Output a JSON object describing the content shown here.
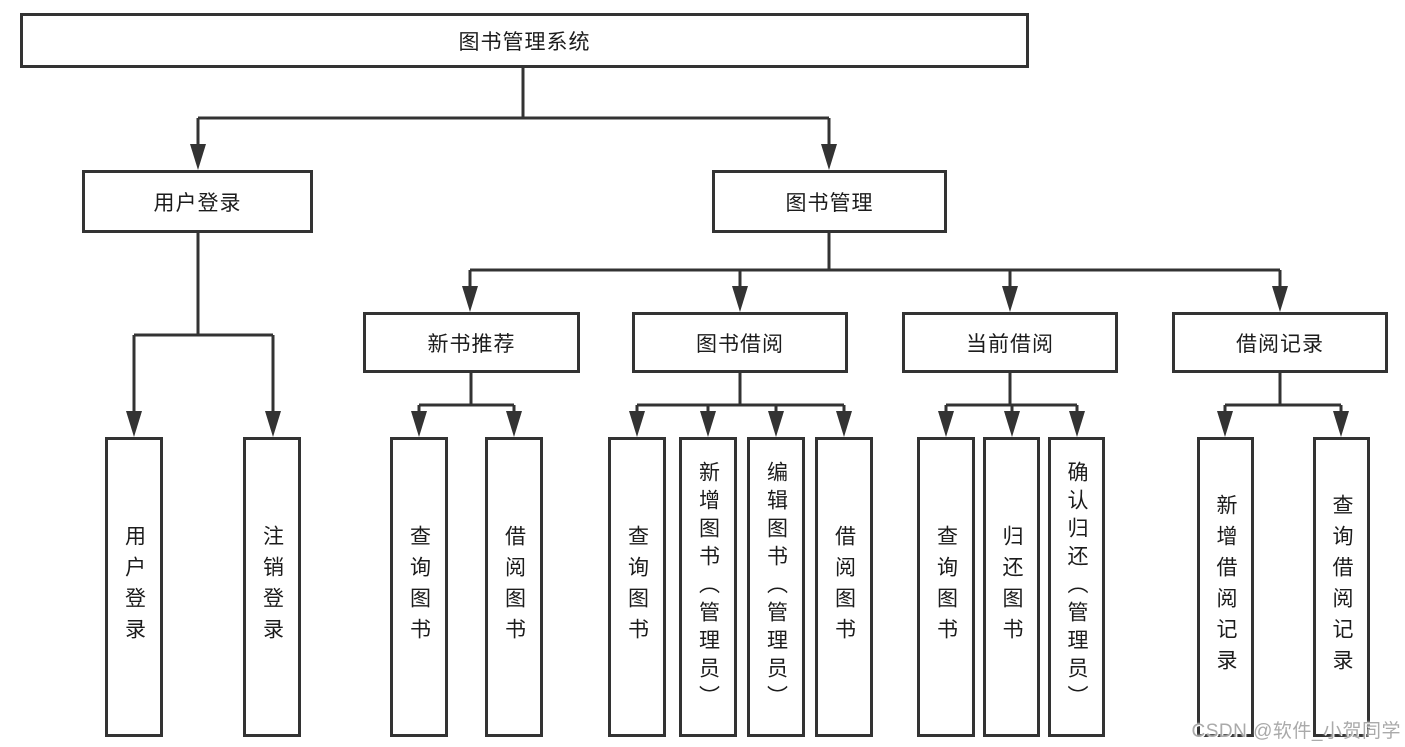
{
  "title": {
    "label": "图书管理系统"
  },
  "branches": {
    "login": {
      "label": "用户登录",
      "children": [
        "用户登录",
        "注销登录"
      ]
    },
    "manage": {
      "label": "图书管理",
      "modules": [
        {
          "label": "新书推荐",
          "children": [
            "查询图书",
            "借阅图书"
          ]
        },
        {
          "label": "图书借阅",
          "children": [
            "查询图书",
            "新增图书（管理员）",
            "编辑图书（管理员）",
            "借阅图书"
          ]
        },
        {
          "label": "当前借阅",
          "children": [
            "查询图书",
            "归还图书",
            "确认归还（管理员）"
          ]
        },
        {
          "label": "借阅记录",
          "children": [
            "新增借阅记录",
            "查询借阅记录"
          ]
        }
      ]
    }
  },
  "watermark": {
    "text": "CSDN @软件_小贺同学"
  },
  "colors": {
    "line": "#333333",
    "box_border": "#333333",
    "text": "#1c1c1c",
    "watermark": "#aaaaaa",
    "background": "#ffffff"
  }
}
